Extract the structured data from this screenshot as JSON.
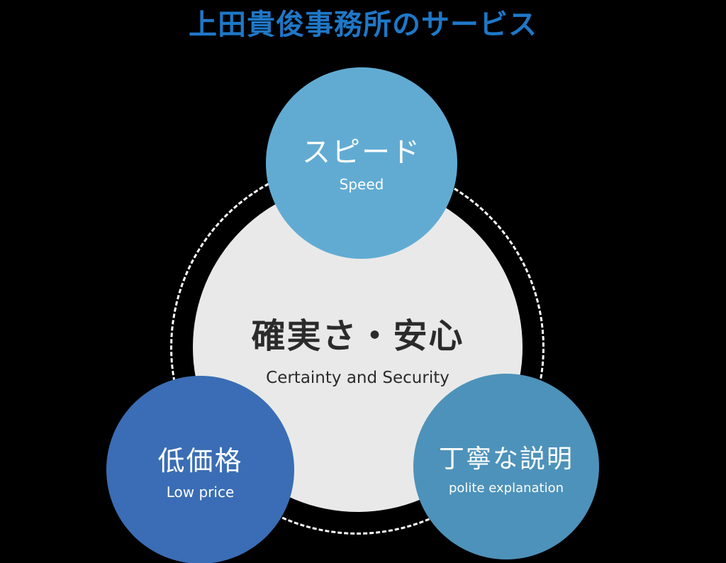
{
  "title": "上田貴俊事務所のサービス",
  "colors": {
    "background": "#000000",
    "title": "#1e78c8",
    "center_circle": "#e9e9e9",
    "dashed_ring": "#ffffff",
    "top_circle": "#61abd3",
    "left_circle": "#3a6db5",
    "right_circle": "#4d92ba",
    "center_text": "#2b2b2b",
    "circle_text": "#ffffff"
  },
  "center": {
    "jp": "確実さ・安心",
    "en": "Certainty and Security"
  },
  "nodes": [
    {
      "id": "speed",
      "jp": "スピード",
      "en": "Speed"
    },
    {
      "id": "low-price",
      "jp": "低価格",
      "en": "Low price"
    },
    {
      "id": "polite-explanation",
      "jp": "丁寧な説明",
      "en": "polite explanation"
    }
  ]
}
